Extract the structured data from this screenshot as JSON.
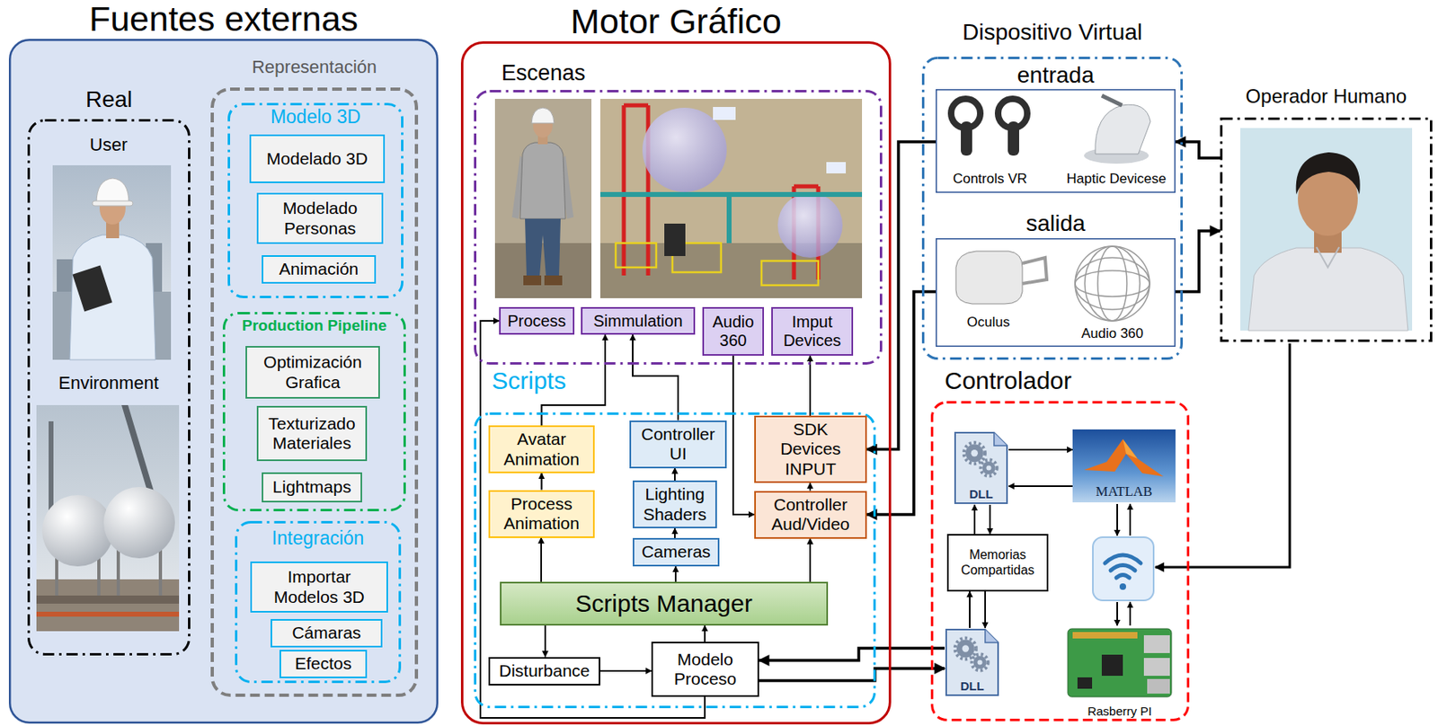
{
  "diagram": {
    "nodes": [
      {
        "text": [
          "Fuentes externas"
        ]
      },
      {
        "text": [
          "Real"
        ],
        "in": 0
      },
      {
        "text": [
          "Representación"
        ],
        "in": 0
      },
      {
        "text": [
          "Modelo 3D"
        ],
        "in": 2
      },
      {
        "text": [
          "Modelado 3D"
        ],
        "in": 3
      },
      {
        "text": [
          "Modelado Personas"
        ],
        "in": 3
      },
      {
        "text": [
          "Animación"
        ],
        "in": 3
      },
      {
        "text": [
          "Production Pipeline"
        ],
        "in": 2
      },
      {
        "text": [
          "Optimización Grafica"
        ],
        "in": 7
      },
      {
        "text": [
          "Texturizado Materiales"
        ],
        "in": 7
      },
      {
        "text": [
          "Lightmaps"
        ],
        "in": 7
      },
      {
        "text": [
          "Integración"
        ],
        "in": 2
      },
      {
        "text": [
          "Importar Modelos 3D"
        ],
        "in": 11
      },
      {
        "text": [
          "Cámaras"
        ],
        "in": 11
      },
      {
        "text": [
          "Efectos"
        ],
        "in": 11
      },
      {
        "text": [
          "Motor Gráfico"
        ]
      },
      {
        "text": [
          "Escenas"
        ],
        "in": 15
      },
      {
        "text": [
          "Process"
        ],
        "in": 16
      },
      {
        "text": [
          "Simmulation"
        ],
        "in": 16
      },
      {
        "text": [
          "Audio 360"
        ],
        "in": 16
      },
      {
        "text": [
          "Imput Devices"
        ],
        "in": 16
      },
      {
        "text": [
          "Scripts"
        ],
        "in": 15
      },
      {
        "text": [
          "Avatar Animation"
        ],
        "in": 21
      },
      {
        "text": [
          "Process Animation"
        ],
        "in": 21
      },
      {
        "text": [
          "Controller UI"
        ],
        "in": 21
      },
      {
        "text": [
          "Lighting Shaders"
        ],
        "in": 21
      },
      {
        "text": [
          "Cameras"
        ],
        "in": 21
      },
      {
        "text": [
          "SDK Devices INPUT"
        ],
        "in": 21
      },
      {
        "text": [
          "Controller Aud/Video"
        ],
        "in": 21
      },
      {
        "text": [
          "Scripts Manager"
        ],
        "in": 21
      },
      {
        "text": [
          "Disturbance"
        ],
        "in": 21
      },
      {
        "text": [
          "Modelo Proceso"
        ],
        "in": 21
      },
      {
        "text": [
          "Dispositivo Virtual"
        ]
      },
      {
        "text": [
          "entrada",
          "Controls VR",
          "Haptic Devicese"
        ],
        "in": 32
      },
      {
        "text": [
          "salida",
          "Oculus",
          "Audio 360"
        ],
        "in": 32
      },
      {
        "text": [
          "Operador Humano"
        ]
      },
      {
        "text": [
          "Controlador"
        ]
      },
      {
        "text": [
          "DLL"
        ],
        "in": 36
      },
      {
        "text": [
          "MATLAB"
        ],
        "in": 36
      },
      {
        "text": [
          "Memorias Compartidas"
        ],
        "in": 36
      },
      {
        "text": [
          "DLL"
        ],
        "in": 36
      },
      {
        "text": [
          "Rasberry PI"
        ],
        "in": 36
      }
    ],
    "edges": [
      {
        "from": 22,
        "to": 18,
        "arrow": "to"
      },
      {
        "from": 24,
        "to": 18,
        "arrow": "to"
      },
      {
        "from": 23,
        "to": 22,
        "arrow": "to"
      },
      {
        "from": 25,
        "to": 24,
        "arrow": "to"
      },
      {
        "from": 26,
        "to": 25,
        "arrow": "to"
      },
      {
        "from": 29,
        "to": 23,
        "arrow": "to"
      },
      {
        "from": 29,
        "to": 26,
        "arrow": "to"
      },
      {
        "from": 29,
        "to": 28,
        "arrow": "to"
      },
      {
        "from": 28,
        "to": 27,
        "arrow": "to"
      },
      {
        "from": 27,
        "to": 20,
        "arrow": "to"
      },
      {
        "from": 19,
        "to": 28,
        "arrow": "to"
      },
      {
        "from": 29,
        "to": 30,
        "arrow": "to"
      },
      {
        "from": 30,
        "to": 31,
        "arrow": "to"
      },
      {
        "from": 31,
        "to": 29,
        "arrow": "to"
      },
      {
        "from": 31,
        "to": 17,
        "arrow": "to"
      },
      {
        "from": 33,
        "to": 27,
        "arrow": "to"
      },
      {
        "from": 34,
        "to": 28,
        "arrow": "to"
      },
      {
        "from": 35,
        "to": 33,
        "arrow": "to"
      },
      {
        "from": 34,
        "to": 35,
        "arrow": "to"
      },
      {
        "from": 37,
        "to": 38,
        "arrow": "to"
      },
      {
        "from": 38,
        "to": 37,
        "arrow": "to"
      },
      {
        "from": 39,
        "to": 37,
        "arrow": "to"
      },
      {
        "from": 37,
        "to": 39,
        "arrow": "to"
      },
      {
        "from": 40,
        "to": 39,
        "arrow": "to"
      },
      {
        "from": 39,
        "to": 40,
        "arrow": "to"
      },
      {
        "from": 40,
        "to": 31,
        "arrow": "to"
      },
      {
        "from": 31,
        "to": 40,
        "arrow": "to"
      }
    ],
    "labels": [
      "User",
      "Environment"
    ]
  }
}
